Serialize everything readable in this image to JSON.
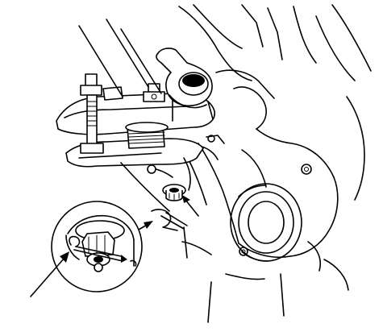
{
  "figure": {
    "kind": "technical-line-illustration",
    "ink_color": "#000000",
    "paper_color": "#ffffff",
    "parts": [
      "ball-joint-remover-tool",
      "tie-rod-end",
      "knuckle",
      "hub",
      "castle-nut",
      "cotter-pin"
    ],
    "callouts": 3,
    "text_labels": []
  }
}
